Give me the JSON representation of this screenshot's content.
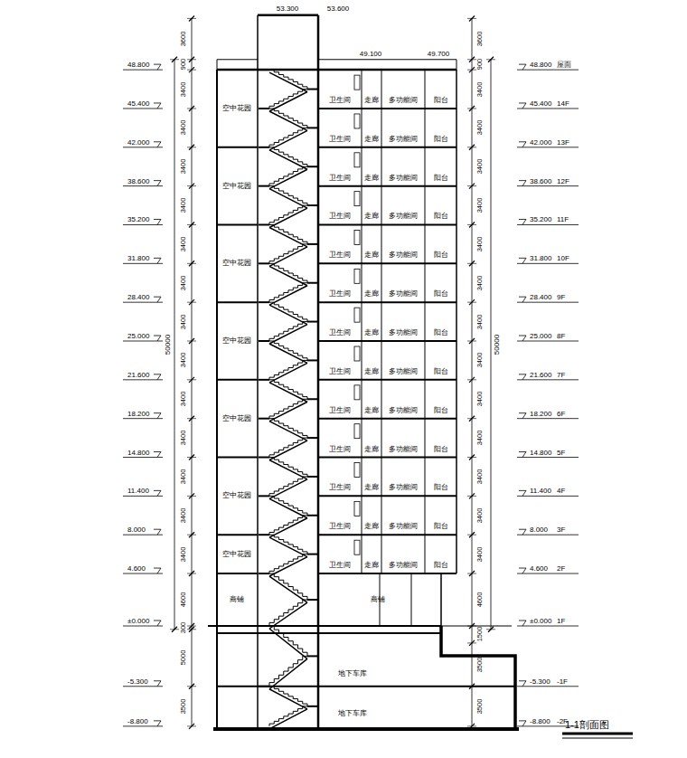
{
  "diagram": {
    "title": "1-1剖面图",
    "labels": [
      "53.300",
      "53.600",
      "49.100",
      "49.700",
      "48.800",
      "45.400",
      "42.000",
      "38.600",
      "35.200",
      "31.800",
      "28.400",
      "25.000",
      "21.600",
      "18.200",
      "14.800",
      "11.400",
      "8.000",
      "4.600",
      "±0.000",
      "-5.300",
      "-8.800",
      "3600",
      "900",
      "3400",
      "3400",
      "3400",
      "3400",
      "3400",
      "3400",
      "3400",
      "3400",
      "3400",
      "3400",
      "3400",
      "3400",
      "3400",
      "4600",
      "300",
      "5000",
      "3500",
      "50000",
      "48.800",
      "屋面",
      "45.400",
      "14F",
      "42.000",
      "13F",
      "38.600",
      "12F",
      "35.200",
      "11F",
      "31.800",
      "10F",
      "28.400",
      "9F",
      "25.000",
      "8F",
      "21.600",
      "7F",
      "18.200",
      "6F",
      "14.800",
      "5F",
      "11.400",
      "4F",
      "8.000",
      "3F",
      "4.600",
      "2F",
      "±0.000",
      "1F",
      "-5.300",
      "-1F",
      "-8.800",
      "-2F",
      "3600",
      "900",
      "3400",
      "3400",
      "3400",
      "3400",
      "3400",
      "3400",
      "3400",
      "3400",
      "3400",
      "3400",
      "3400",
      "3400",
      "3400",
      "4600",
      "1500",
      "3500",
      "3500",
      "50000",
      "空中花园",
      "空中花园",
      "空中花园",
      "空中花园",
      "空中花园",
      "空中花园",
      "空中花园",
      "卫生间",
      "走廊",
      "多功能间",
      "阳台",
      "卫生间",
      "走廊",
      "多功能间",
      "阳台",
      "卫生间",
      "走廊",
      "多功能间",
      "阳台",
      "卫生间",
      "走廊",
      "多功能间",
      "阳台",
      "卫生间",
      "走廊",
      "多功能间",
      "阳台",
      "卫生间",
      "走廊",
      "多功能间",
      "阳台",
      "卫生间",
      "走廊",
      "多功能间",
      "阳台",
      "卫生间",
      "走廊",
      "多功能间",
      "阳台",
      "卫生间",
      "走廊",
      "多功能间",
      "阳台",
      "卫生间",
      "走廊",
      "多功能间",
      "阳台",
      "卫生间",
      "走廊",
      "多功能间",
      "阳台",
      "卫生间",
      "走廊",
      "多功能间",
      "阳台",
      "卫生间",
      "走廊",
      "多功能间",
      "阳台",
      "商铺",
      "商铺",
      "地下车库",
      "地下车库"
    ]
  }
}
